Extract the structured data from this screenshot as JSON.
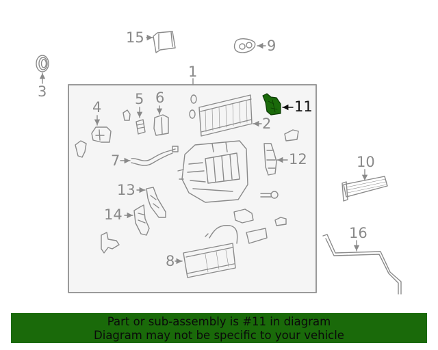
{
  "diagram": {
    "title": "Heater / A/C unit sub-assembly exploded parts diagram",
    "highlighted_part": "11",
    "highlight_color": "#1a6a0a",
    "line_color": "#8a8a8a",
    "assembly_box_fill": "#f5f5f5",
    "callouts": [
      {
        "id": "1",
        "label": "1"
      },
      {
        "id": "2",
        "label": "2"
      },
      {
        "id": "3",
        "label": "3"
      },
      {
        "id": "4",
        "label": "4"
      },
      {
        "id": "5",
        "label": "5"
      },
      {
        "id": "6",
        "label": "6"
      },
      {
        "id": "7",
        "label": "7"
      },
      {
        "id": "8",
        "label": "8"
      },
      {
        "id": "9",
        "label": "9"
      },
      {
        "id": "10",
        "label": "10"
      },
      {
        "id": "11",
        "label": "11"
      },
      {
        "id": "12",
        "label": "12"
      },
      {
        "id": "13",
        "label": "13"
      },
      {
        "id": "14",
        "label": "14"
      },
      {
        "id": "15",
        "label": "15"
      },
      {
        "id": "16",
        "label": "16"
      }
    ]
  },
  "banner": {
    "line1": "Part or sub-assembly is #11 in diagram",
    "line2": "Diagram may not be specific to your vehicle",
    "background": "#1a6a0a"
  }
}
